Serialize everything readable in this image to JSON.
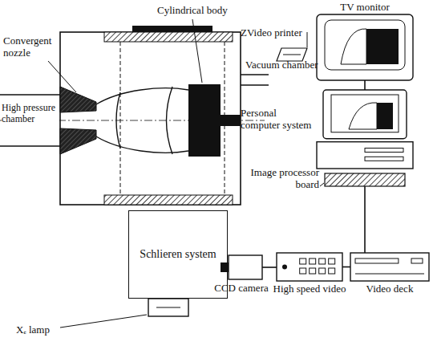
{
  "diagram": {
    "nodes": [
      {
        "text": [
          "Schlieren system"
        ]
      },
      {
        "text": [
          "CCD camera"
        ]
      },
      {
        "text": [
          "High speed video"
        ]
      },
      {
        "text": [
          "Video deck"
        ]
      },
      {
        "text": [
          "Image processor board"
        ]
      },
      {
        "text": [
          "Personal computer system"
        ]
      },
      {
        "text": [
          "TV monitor"
        ]
      },
      {
        "text": [
          "ZVideo printer"
        ]
      }
    ],
    "edges": [
      {
        "from": 0,
        "to": 1,
        "arrow": "none"
      },
      {
        "from": 1,
        "to": 2,
        "arrow": "none"
      },
      {
        "from": 2,
        "to": 3,
        "arrow": "none"
      },
      {
        "from": 3,
        "to": 4,
        "arrow": "none"
      },
      {
        "from": 5,
        "to": 6,
        "arrow": "none"
      }
    ],
    "labels": [
      "Cylindrical body",
      "Convergent nozzle",
      "Vacuum chamber",
      "High pressure chamber",
      "Xₑ lamp"
    ]
  }
}
